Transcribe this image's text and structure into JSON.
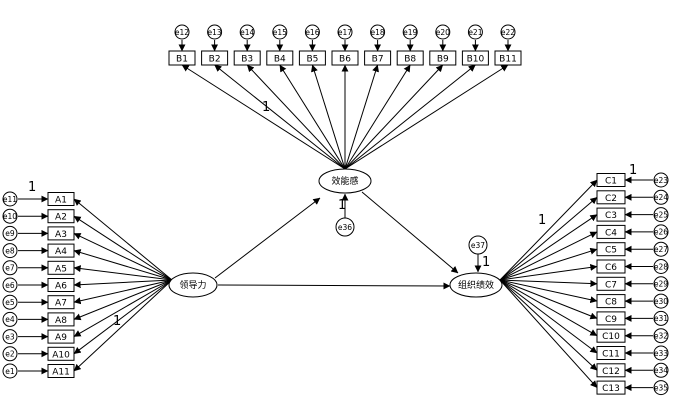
{
  "latent": {
    "leadership": "领导力",
    "efficacy": "效能感",
    "performance": "组织绩效"
  },
  "indicators": {
    "a": [
      "A1",
      "A2",
      "A3",
      "A4",
      "A5",
      "A6",
      "A7",
      "A8",
      "A9",
      "A10",
      "A11"
    ],
    "b": [
      "B1",
      "B2",
      "B3",
      "B4",
      "B5",
      "B6",
      "B7",
      "B8",
      "B9",
      "B10",
      "B11"
    ],
    "c": [
      "C1",
      "C2",
      "C3",
      "C4",
      "C5",
      "C6",
      "C7",
      "C8",
      "C9",
      "C10",
      "C11",
      "C12",
      "C13"
    ]
  },
  "errors": {
    "a": [
      "e11",
      "e10",
      "e9",
      "e8",
      "e7",
      "e6",
      "e5",
      "e4",
      "e3",
      "e2",
      "e1"
    ],
    "b": [
      "e12",
      "e13",
      "e14",
      "e15",
      "e16",
      "e17",
      "e18",
      "e19",
      "e20",
      "e21",
      "e22"
    ],
    "c": [
      "e23",
      "e24",
      "e25",
      "e26",
      "e27",
      "e28",
      "e29",
      "e30",
      "e31",
      "e32",
      "e33",
      "e34",
      "e35"
    ],
    "efficacy": "e36",
    "performance": "e37"
  },
  "fixed_paths": {
    "a_first": "1",
    "a_loading": "1",
    "b_loading": "1",
    "c_first": "1",
    "c_loading": "1",
    "e36": "1",
    "e37": "1"
  }
}
